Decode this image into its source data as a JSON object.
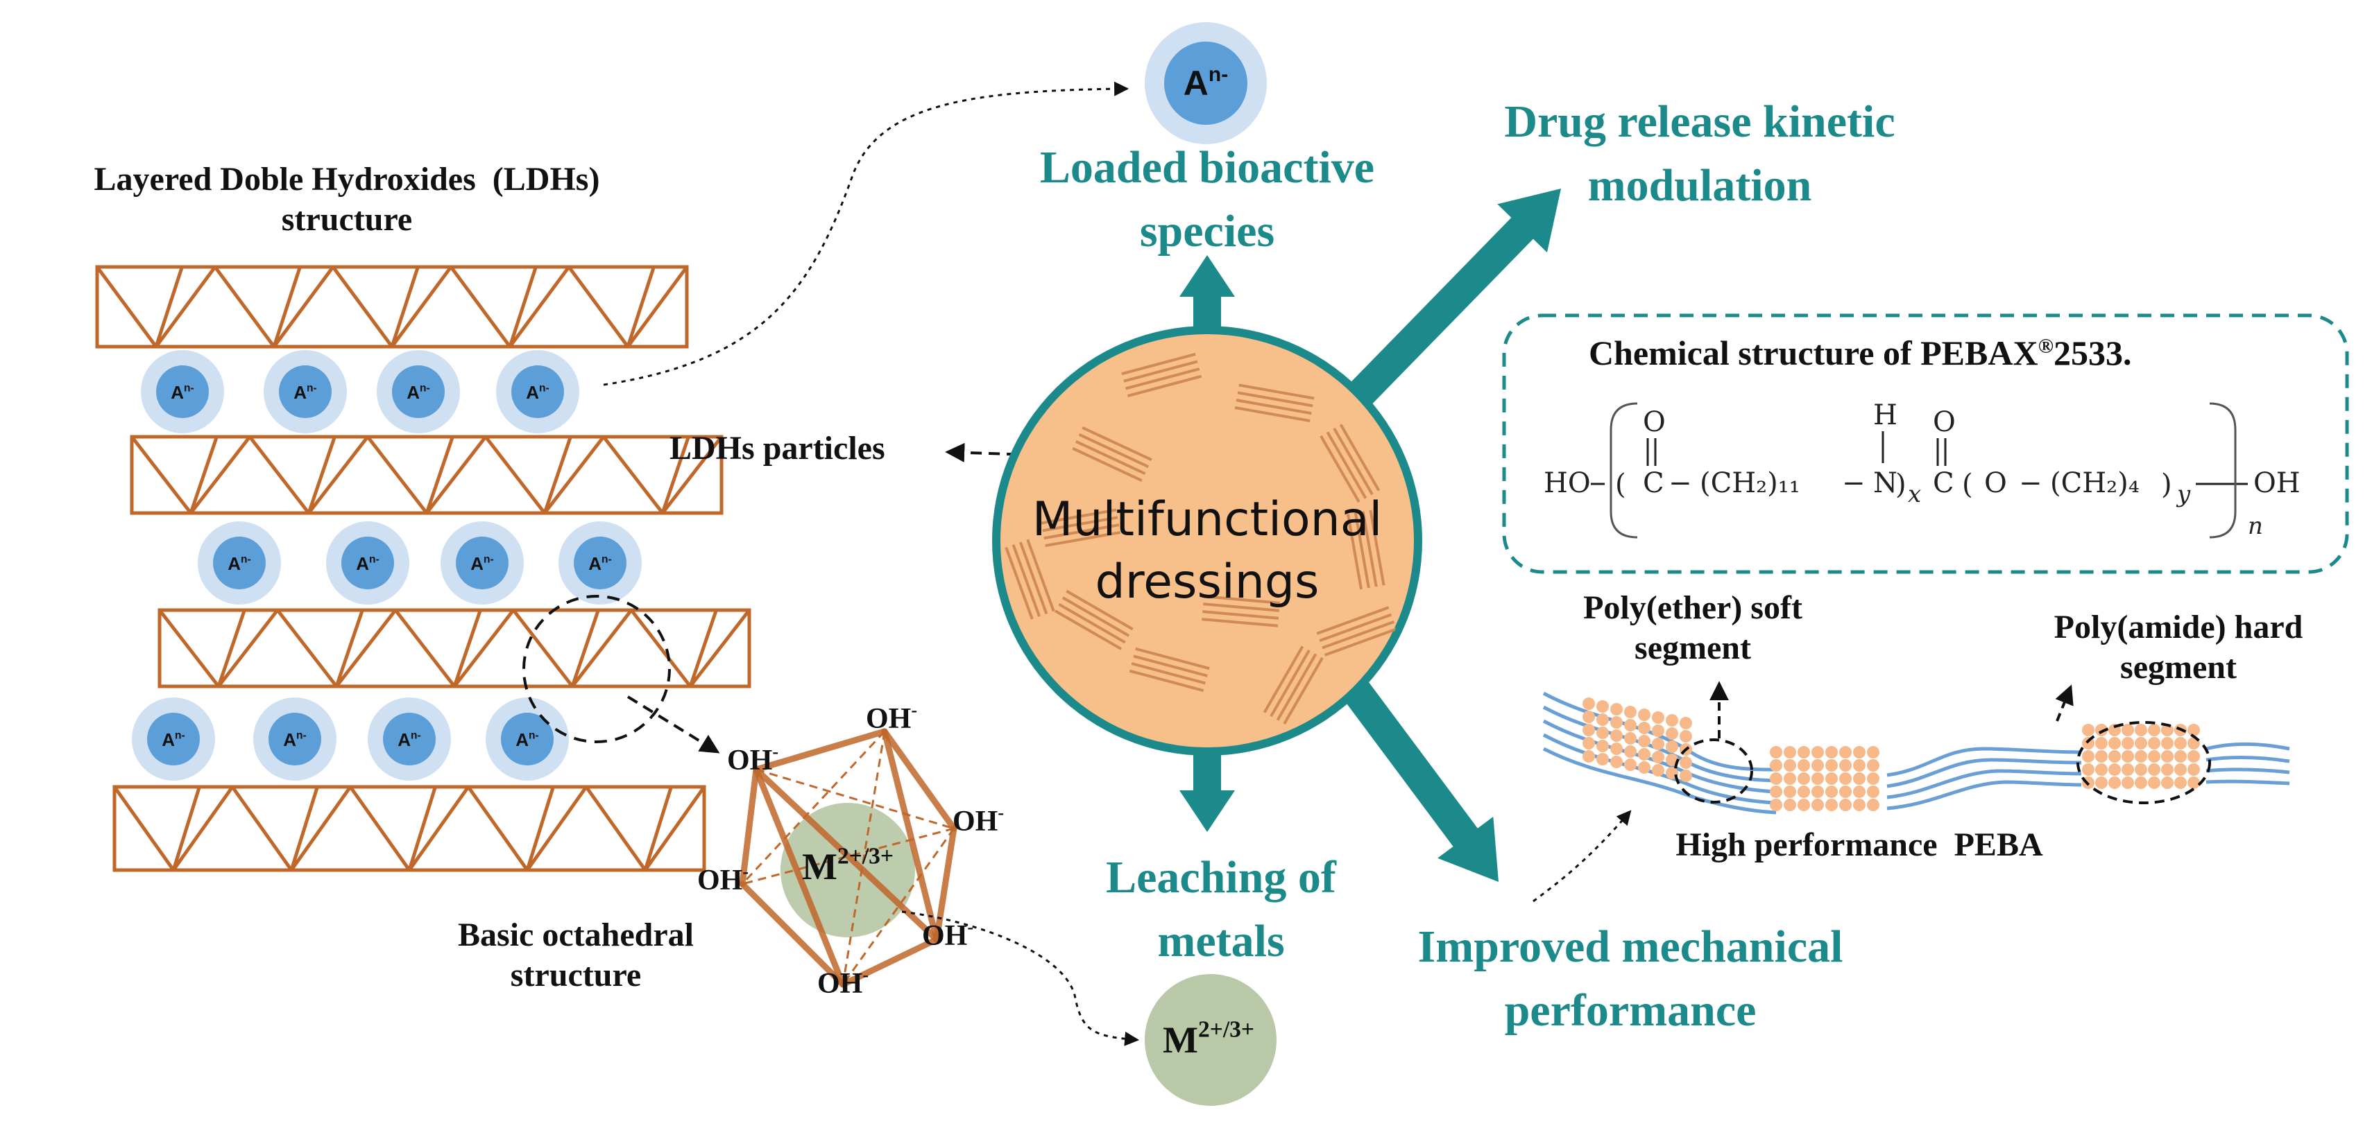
{
  "colors": {
    "teal": "#1c8a8a",
    "copper": "#c0672a",
    "ion_blue": "#5b9ed8",
    "ion_halo": "#cfe0f3",
    "dressing_fill": "#f7bf8a",
    "metal_green": "#b9c9a8",
    "bead_orange": "#f7b98a",
    "fiber_blue": "#6a9fd6"
  },
  "ldh": {
    "title_line1": "Layered Doble Hydroxides",
    "title_line2": "(LDHs)",
    "title_line3": "structure",
    "ion_label": "A",
    "ion_charge": "n-",
    "particles_label": "LDHs particles"
  },
  "octahedral": {
    "label_line1": "Basic octahedral",
    "label_line2": "structure",
    "oh": "OH",
    "oh_charge": "-",
    "metal": "M",
    "metal_charge": "2+/3+"
  },
  "center": {
    "line1": "Multifunctional",
    "line2": "dressings"
  },
  "outcomes": {
    "loaded_line1": "Loaded bioactive",
    "loaded_line2": "species",
    "drug_line1": "Drug release kinetic",
    "drug_line2": "modulation",
    "leaching_line1": "Leaching of",
    "leaching_line2": "metals",
    "mech_line1": "Improved mechanical",
    "mech_line2": "performance"
  },
  "pebax": {
    "title": "Chemical structure of PEBAX",
    "reg": "®",
    "grade": "2533.",
    "ho": "HO",
    "oh": "OH",
    "c": "C",
    "o_atom": "O",
    "h_atom": "H",
    "n_atom": "N",
    "ch2_11": "(CH₂)₁₁",
    "ch2_4": "(CH₂)₄",
    "o_link": "O",
    "sub_x": "x",
    "sub_y": "y",
    "sub_n": "n"
  },
  "peba": {
    "soft_line1": "Poly(ether) soft",
    "soft_line2": "segment",
    "hard_line1": "Poly(amide) hard",
    "hard_line2": "segment",
    "caption": "High performance  PEBA"
  }
}
